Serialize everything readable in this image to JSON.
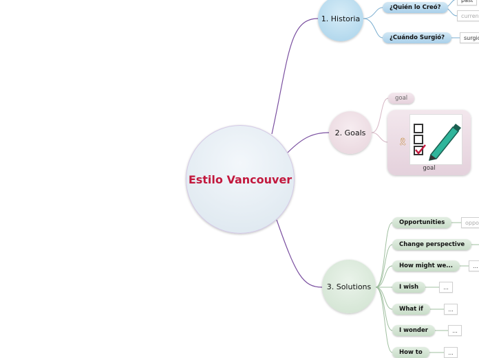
{
  "central": {
    "label": "Estilo Vancouver"
  },
  "topics": [
    {
      "label": "1. Historia",
      "subtopics": [
        {
          "label": "¿Quién lo Creó?",
          "children": [
            "past",
            "current"
          ]
        },
        {
          "label": "¿Cuándo Surgió?",
          "children": [
            "surgió"
          ]
        }
      ]
    },
    {
      "label": "2. Goals",
      "subtopics": [
        {
          "label": "goal"
        },
        {
          "label": "goal",
          "image": "checklist-pencil-icon",
          "badge": "ribbon-icon"
        }
      ]
    },
    {
      "label": "3. Solutions",
      "subtopics": [
        {
          "label": "Opportunities",
          "child": "opport"
        },
        {
          "label": "Change perspective",
          "child": ""
        },
        {
          "label": "How might we...",
          "child": "..."
        },
        {
          "label": "I wish",
          "child": "..."
        },
        {
          "label": "What if",
          "child": "..."
        },
        {
          "label": "I wonder",
          "child": "..."
        },
        {
          "label": "How to",
          "child": "..."
        }
      ]
    }
  ],
  "colors": {
    "central_text": "#c2183d",
    "connector": "#7a4fa0",
    "topic1": "#a8d2ea",
    "topic2": "#e8d4dc",
    "topic3": "#cfe2cf"
  }
}
